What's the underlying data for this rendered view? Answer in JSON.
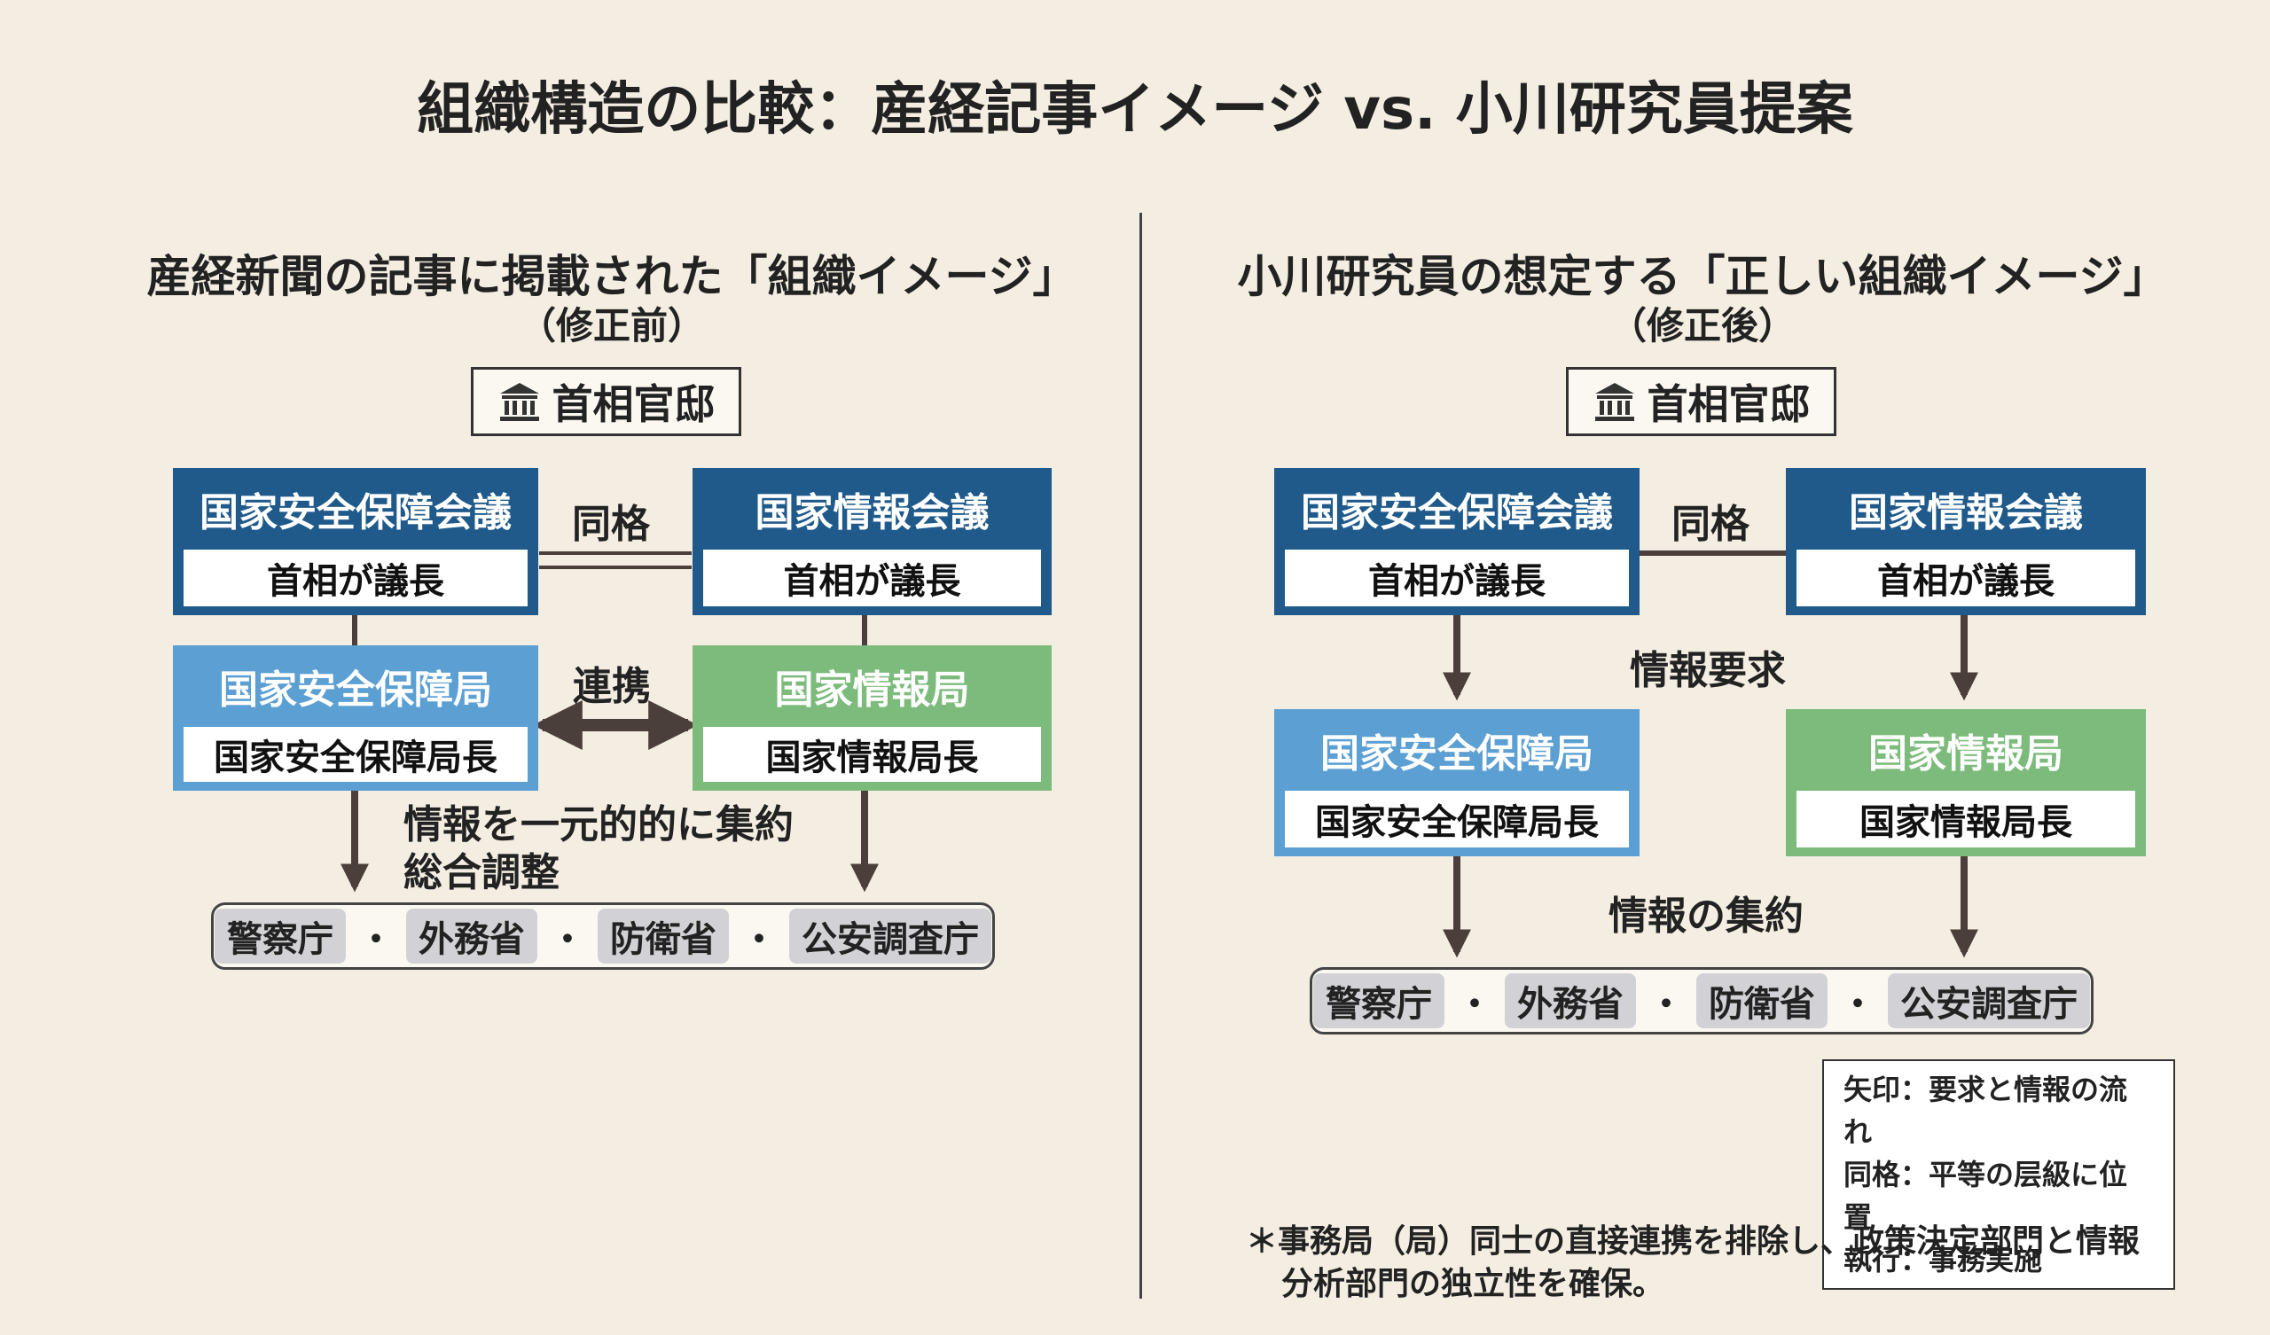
{
  "title": "組織構造の比較：産経記事イメージ vs. 小川研究員提案",
  "left": {
    "title": "産経新聞の記事に掲載された「組織イメージ」",
    "subtitle": "（修正前）",
    "kantei": "首相官邸",
    "nsc": {
      "name": "国家安全保障会議",
      "chair": "首相が議長"
    },
    "nic": {
      "name": "国家情報会議",
      "chair": "首相が議長"
    },
    "equal_label": "同格",
    "nss": {
      "name": "国家安全保障局",
      "head": "国家安全保障局長"
    },
    "nia": {
      "name": "国家情報局",
      "head": "国家情報局長"
    },
    "link_label": "連携",
    "consolidate_line1": "情報を一元的的に集約",
    "consolidate_line2": "総合調整",
    "agencies": [
      "警察庁",
      "外務省",
      "防衛省",
      "公安調査庁"
    ],
    "separator": "・"
  },
  "right": {
    "title": "小川研究員の想定する「正しい組織イメージ」",
    "subtitle": "（修正後）",
    "kantei": "首相官邸",
    "nsc": {
      "name": "国家安全保障会議",
      "chair": "首相が議長"
    },
    "nic": {
      "name": "国家情報会議",
      "chair": "首相が議長"
    },
    "equal_label": "同格",
    "request_label": "情報要求",
    "nss": {
      "name": "国家安全保障局",
      "head": "国家安全保障局長"
    },
    "nia": {
      "name": "国家情報局",
      "head": "国家情報局長"
    },
    "gather_label": "情報の集約",
    "agencies": [
      "警察庁",
      "外務省",
      "防衛省",
      "公安調査庁"
    ],
    "separator": "・"
  },
  "legend": [
    "矢印：要求と情報の流れ",
    "同格：平等の层級に位置",
    "執行：事務実施"
  ],
  "footnote": {
    "line1": "＊事務局（局）同士の直接連携を排除し、政策決定部門と情報",
    "line2": "分析部門の独立性を確保。"
  },
  "colors": {
    "background": "#f3ede2",
    "council": "#1f5a8b",
    "nss_bureau": "#5b9fd3",
    "nia_bureau": "#7dbb7d",
    "arrow": "#4a3f3a"
  },
  "icons": {
    "kantei": "government-building-icon"
  }
}
